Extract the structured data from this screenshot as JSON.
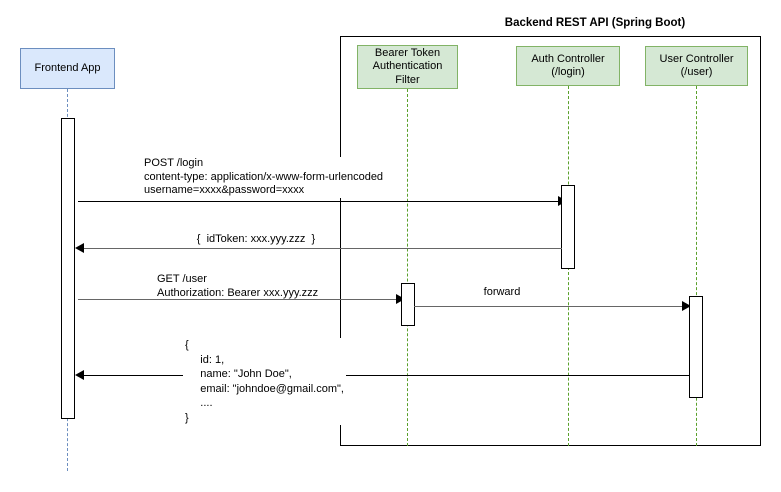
{
  "diagram": {
    "type": "uml-sequence-diagram",
    "group_title": "Backend REST API (Spring Boot)"
  },
  "participants": [
    {
      "id": "frontend",
      "label": "Frontend App",
      "style": "blue",
      "fill": "#dae8fc",
      "stroke": "#6c8ebf"
    },
    {
      "id": "bearer-filter",
      "label": "Bearer Token\nAuthentication\nFilter",
      "style": "green",
      "fill": "#d5e8d4",
      "stroke": "#82b366"
    },
    {
      "id": "auth-controller",
      "label": "Auth Controller\n(/login)",
      "style": "green",
      "fill": "#d5e8d4",
      "stroke": "#82b366"
    },
    {
      "id": "user-controller",
      "label": "User Controller\n(/user)",
      "style": "green",
      "fill": "#d5e8d4",
      "stroke": "#82b366"
    }
  ],
  "messages": [
    {
      "id": "post-login",
      "label": "POST /login\ncontent-type: application/x-www-form-urlencoded\nusername=xxxx&password=xxxx",
      "from": "frontend",
      "to": "auth-controller",
      "direction": "right",
      "color": "#000000"
    },
    {
      "id": "id-token-response",
      "label": "{  idToken: xxx.yyy.zzz  }",
      "from": "auth-controller",
      "to": "frontend",
      "direction": "left",
      "color": "#666666"
    },
    {
      "id": "get-user",
      "label": "GET /user\nAuthorization: Bearer xxx.yyy.zzz",
      "from": "frontend",
      "to": "bearer-filter",
      "direction": "right",
      "color": "#666666"
    },
    {
      "id": "forward",
      "label": "forward",
      "from": "bearer-filter",
      "to": "user-controller",
      "direction": "right",
      "color": "#666666"
    },
    {
      "id": "user-json-response",
      "label": "{\n     id: 1,\n     name: \"John Doe\",\n     email: \"johndoe@gmail.com\",\n     ....\n}",
      "from": "user-controller",
      "to": "frontend",
      "direction": "left",
      "color": "#000000"
    }
  ]
}
